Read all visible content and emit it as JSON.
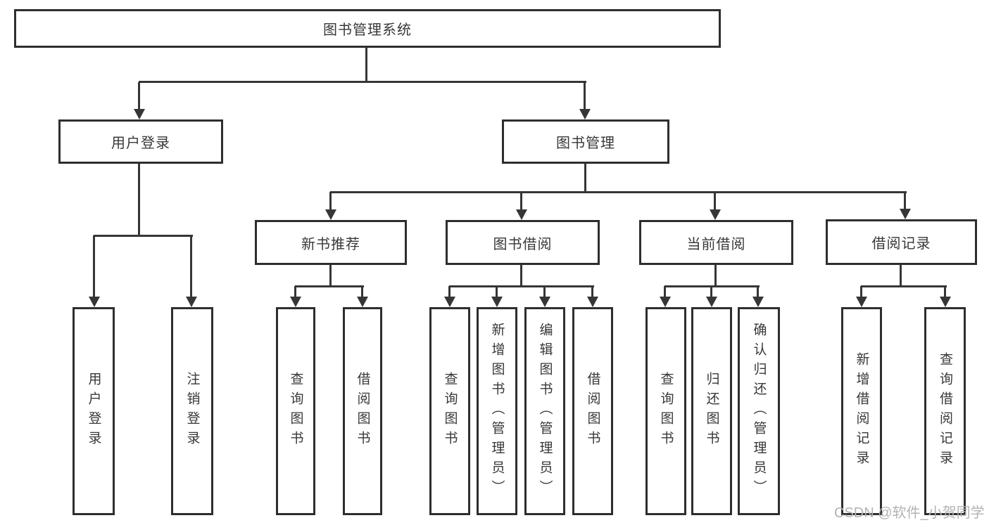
{
  "diagram": {
    "root": {
      "label": "图书管理系统"
    },
    "level1": [
      {
        "label": "用户登录"
      },
      {
        "label": "图书管理"
      }
    ],
    "level2": [
      {
        "label": "新书推荐"
      },
      {
        "label": "图书借阅"
      },
      {
        "label": "当前借阅"
      },
      {
        "label": "借阅记录"
      }
    ],
    "leaves": [
      {
        "label": "用户登录"
      },
      {
        "label": "注销登录"
      },
      {
        "label": "查询图书"
      },
      {
        "label": "借阅图书"
      },
      {
        "label": "查询图书"
      },
      {
        "label": "新增图书（管理员）"
      },
      {
        "label": "编辑图书（管理员）"
      },
      {
        "label": "借阅图书"
      },
      {
        "label": "查询图书"
      },
      {
        "label": "归还图书"
      },
      {
        "label": "确认归还（管理员）"
      },
      {
        "label": "新增借阅记录"
      },
      {
        "label": "查询借阅记录"
      }
    ],
    "colors": {
      "line": "#363636",
      "box_border": "#2e2e2e",
      "text": "#383838",
      "watermark": "#b3b3b3"
    },
    "watermark": "CSDN @软件_小贺同学"
  }
}
